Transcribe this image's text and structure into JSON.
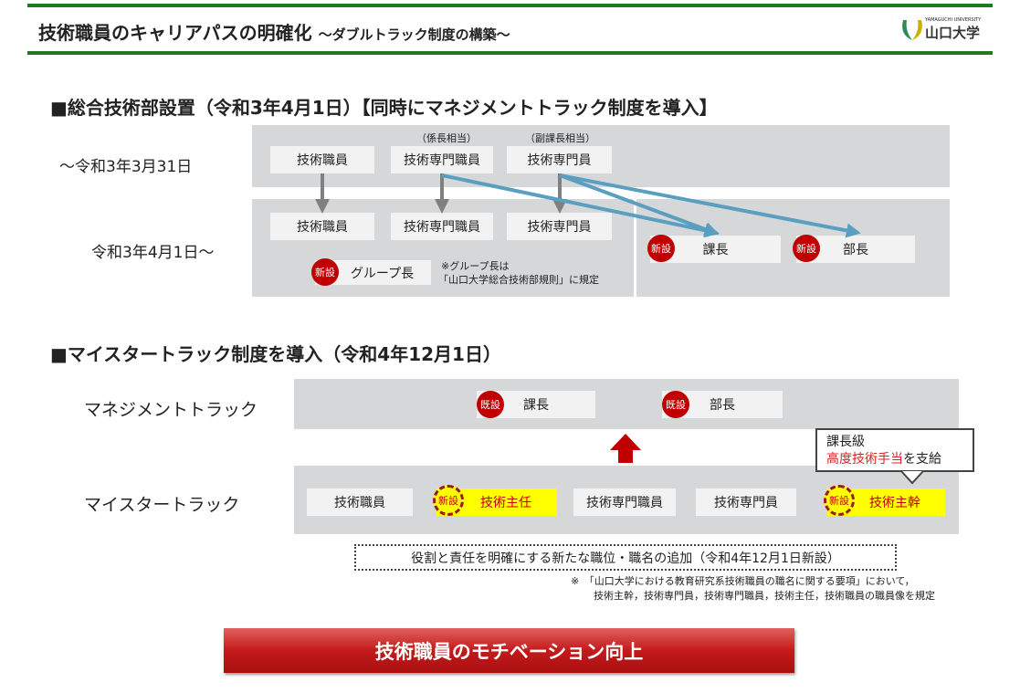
{
  "header": {
    "title": "技術職員のキャリアパスの明確化",
    "subtitle": "〜ダブルトラック制度の構築〜",
    "logo_en": "YAMAGUCHI UNIVERSITY",
    "logo_jp": "山口大学"
  },
  "section1": {
    "heading": "■総合技術部設置（令和3年4月1日）【同時にマネジメントトラック制度を導入】",
    "before_label": "〜令和3年3月31日",
    "after_label": "令和3年4月1日〜",
    "before": [
      {
        "label": "技術職員",
        "caption": ""
      },
      {
        "label": "技術専門職員",
        "caption": "（係長相当）"
      },
      {
        "label": "技術専門員",
        "caption": "（副課長相当）"
      }
    ],
    "after": [
      "技術職員",
      "技術専門職員",
      "技術専門員"
    ],
    "new_badge": "新設",
    "group_leader": "グループ長",
    "group_note_1": "※グループ長は",
    "group_note_2": "「山口大学総合技術部規則」に規定",
    "section_chief": "課長",
    "dept_head": "部長"
  },
  "section2": {
    "heading": "■マイスタートラック制度を導入（令和4年12月1日）",
    "mgmt_label": "マネジメントトラック",
    "meister_label": "マイスタートラック",
    "existing_badge": "既設",
    "new_badge": "新設",
    "mgmt": [
      "課長",
      "部長"
    ],
    "meister": [
      "技術職員",
      "技術主任",
      "技術専門職員",
      "技術専門員",
      "技術主幹"
    ],
    "callout_1": "課長級",
    "callout_red": "高度技術手当",
    "callout_2": "を支給",
    "dotted_note": "役割と責任を明確にする新たな職位・職名の追加（令和4年12月1日新設）",
    "footnote_1": "※　「山口大学における教育研究系技術職員の職名に関する要項」において，",
    "footnote_2": "技術主幹，技術専門員，技術専門職員，技術主任，技術職員の職員像を規定"
  },
  "footer": {
    "banner": "技術職員のモチベーション向上"
  },
  "colors": {
    "green": "#1e7a1e",
    "red": "#c00000",
    "teal": "#3a98b0",
    "blue_arrow": "#5a9fc0"
  }
}
